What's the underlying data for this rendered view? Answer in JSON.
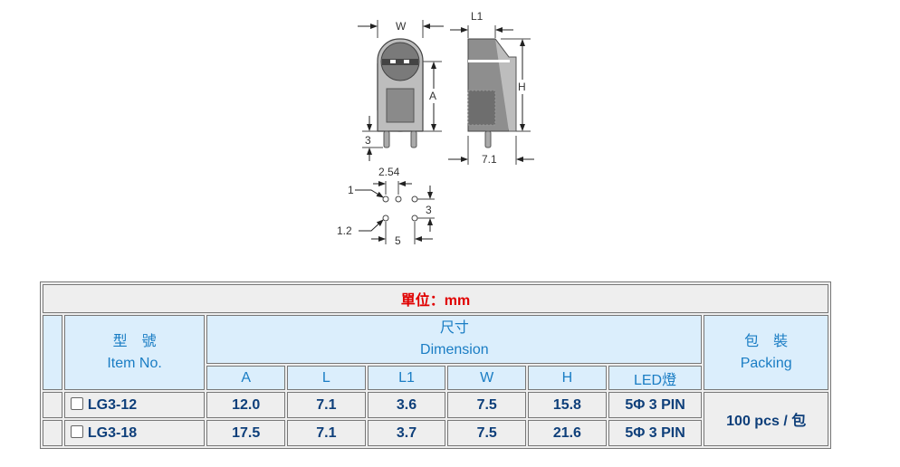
{
  "diagram": {
    "labels": {
      "w": "W",
      "l1": "L1",
      "a": "A",
      "h": "H",
      "three_top": "3",
      "seven_one": "7.1",
      "pitch": "2.54",
      "pin1": "1",
      "three_pin": "3",
      "hole": "1.2",
      "five": "5"
    }
  },
  "table": {
    "unit_label": "單位：mm",
    "headers": {
      "item_zh": "型　號",
      "item_en": "Item No.",
      "dim_zh": "尺寸",
      "dim_en": "Dimension",
      "pack_zh": "包　裝",
      "pack_en": "Packing",
      "columns": [
        "A",
        "L",
        "L1",
        "W",
        "H",
        "LED燈"
      ]
    },
    "rows": [
      {
        "item": "LG3-12",
        "values": [
          "12.0",
          "7.1",
          "3.6",
          "7.5",
          "15.8",
          "5Φ 3 PIN"
        ]
      },
      {
        "item": "LG3-18",
        "values": [
          "17.5",
          "7.1",
          "3.7",
          "7.5",
          "21.6",
          "5Φ 3 PIN"
        ]
      }
    ],
    "packing": "100 pcs / 包"
  },
  "colors": {
    "header_bg": "#dbeefc",
    "header_text": "#1a7dc4",
    "value_text": "#0e3f7a",
    "unit_text": "#e00000"
  }
}
